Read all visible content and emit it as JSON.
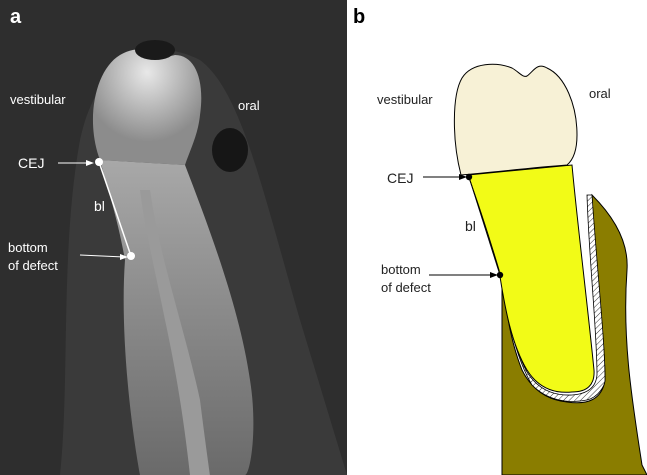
{
  "panel_a": {
    "panel_label": "a",
    "labels": {
      "vestibular": "vestibular",
      "oral": "oral",
      "cej": "CEJ",
      "bl": "bl",
      "bottom_line1": "bottom",
      "bottom_line2": "of defect"
    },
    "colors": {
      "background": "#2e2e2e",
      "tooth": "#b5b5b5",
      "marker": "#ffffff"
    }
  },
  "panel_b": {
    "panel_label": "b",
    "labels": {
      "vestibular": "vestibular",
      "oral": "oral",
      "cej": "CEJ",
      "bl": "bl",
      "bottom_line1": "bottom",
      "bottom_line2": "of defect"
    },
    "colors": {
      "crown": "#f7f1d6",
      "root": "#f2fb17",
      "bone": "#8a7d00",
      "outline": "#000000"
    }
  }
}
